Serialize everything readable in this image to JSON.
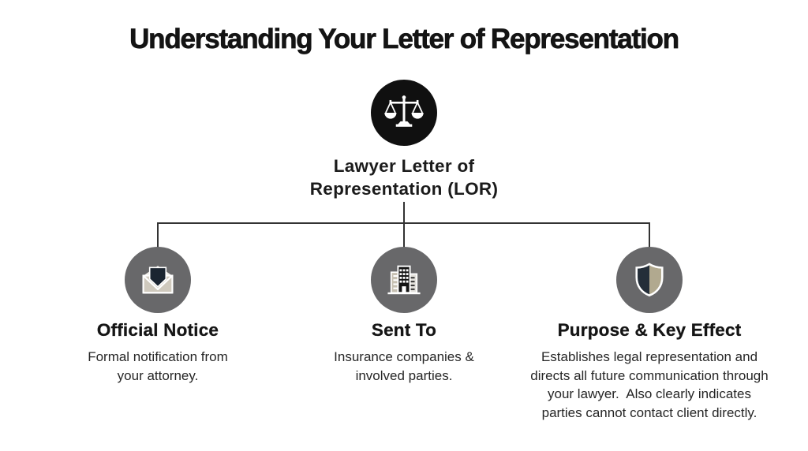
{
  "page": {
    "title": "Understanding Your Letter of Representation",
    "background": "#ffffff"
  },
  "root_node": {
    "icon": "scales-of-justice-icon",
    "label": "Lawyer Letter of Representation (LOR)"
  },
  "children": [
    {
      "icon": "envelope-icon",
      "heading": "Official Notice",
      "description": "Formal notification from your attorney."
    },
    {
      "icon": "office-buildings-icon",
      "heading": "Sent To",
      "description": "Insurance companies & involved parties."
    },
    {
      "icon": "shield-icon",
      "heading": "Purpose & Key Effect",
      "description": "Establishes legal representation and directs all future communication through your lawyer.  Also clearly indicates parties cannot contact client directly."
    }
  ],
  "colors": {
    "root_circle": "#101010",
    "child_circle": "#68686a",
    "connector_line": "#333333",
    "title_text": "#141414",
    "body_text": "#262626",
    "envelope_paper": "#cfc9bd",
    "letter_navy": "#1b2531",
    "building_center": "#131313",
    "building_left": "#c6c0b2",
    "building_right": "#e3e1dc",
    "shield_navy": "#242e39",
    "shield_khaki": "#b1a98f",
    "icon_stroke": "#ffffff"
  }
}
